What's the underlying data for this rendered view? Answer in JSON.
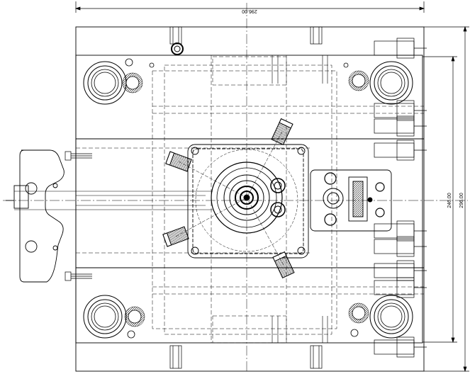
{
  "drawing": {
    "dimensions": {
      "top_width": "296.00",
      "right_inner_height": "246.00",
      "right_outer_height": "296.00"
    },
    "colors": {
      "line": "#000000",
      "hidden_line": "#555555",
      "background": "#ffffff"
    }
  }
}
